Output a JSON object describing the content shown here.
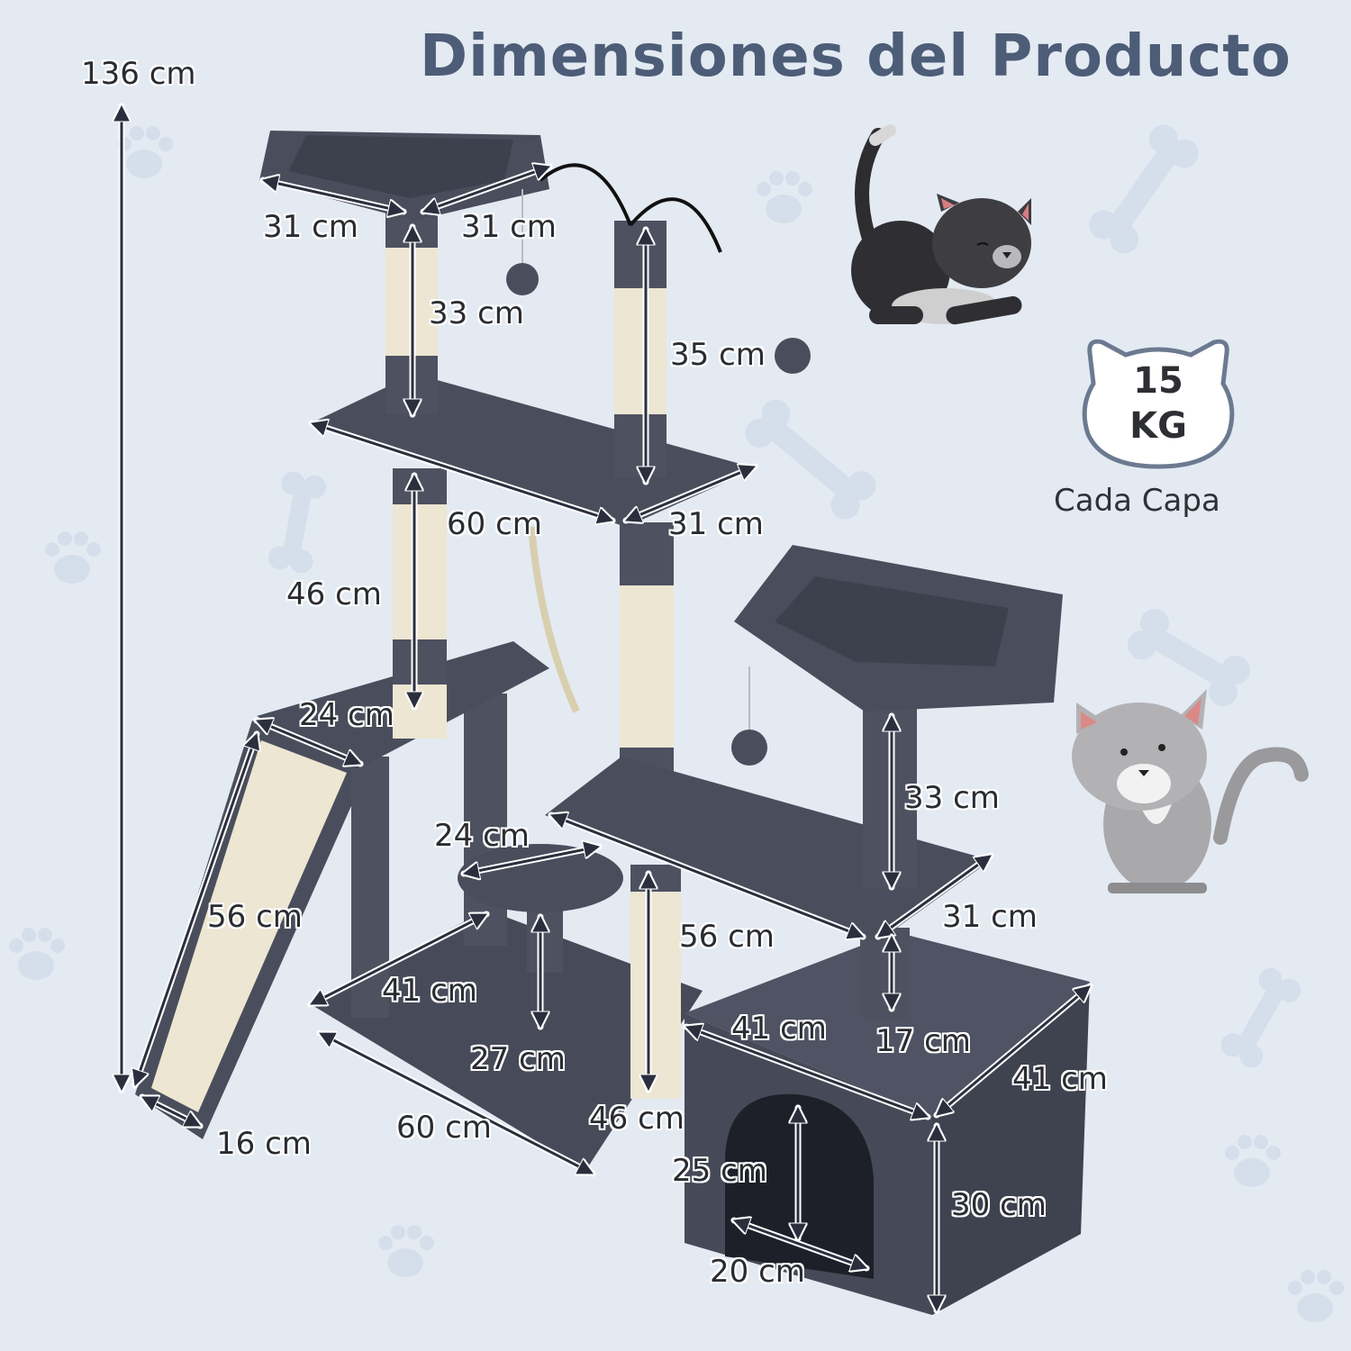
{
  "title": "Dimensiones del Producto",
  "colors": {
    "background": "#e4eaf2",
    "title": "#4d5d78",
    "plush": "#4a4e5c",
    "sisal": "#ece6d2",
    "label_text": "#2a2c31"
  },
  "total_height": "136 cm",
  "badge": {
    "weight_value": "15",
    "weight_unit": "KG",
    "caption": "Cada Capa",
    "icon": "cat-head-badge-icon"
  },
  "dimensions": {
    "top_perch_width": "31 cm",
    "top_perch_depth": "31 cm",
    "top_post_height": "33 cm",
    "toy_post_height": "35 cm",
    "upper_platform_length": "60 cm",
    "upper_platform_depth": "31 cm",
    "middle_post_height": "46 cm",
    "left_platform_width": "24 cm",
    "ramp_length": "56 cm",
    "ramp_width": "16 cm",
    "round_step_diameter": "24 cm",
    "round_step_post_height": "27 cm",
    "base_depth": "41 cm",
    "base_length": "60 cm",
    "lower_post_height": "46 cm",
    "right_platform_length": "56 cm",
    "right_platform_depth": "31 cm",
    "right_perch_post_height": "33 cm",
    "condo_post_height": "17 cm",
    "condo_width": "41 cm",
    "condo_depth": "41 cm",
    "condo_height": "30 cm",
    "condo_door_height": "25 cm",
    "condo_door_width": "20 cm"
  },
  "illustrations": [
    "black-cat-stretching-icon",
    "grey-tabby-cat-sitting-icon",
    "paw-print-icon",
    "bone-icon"
  ]
}
